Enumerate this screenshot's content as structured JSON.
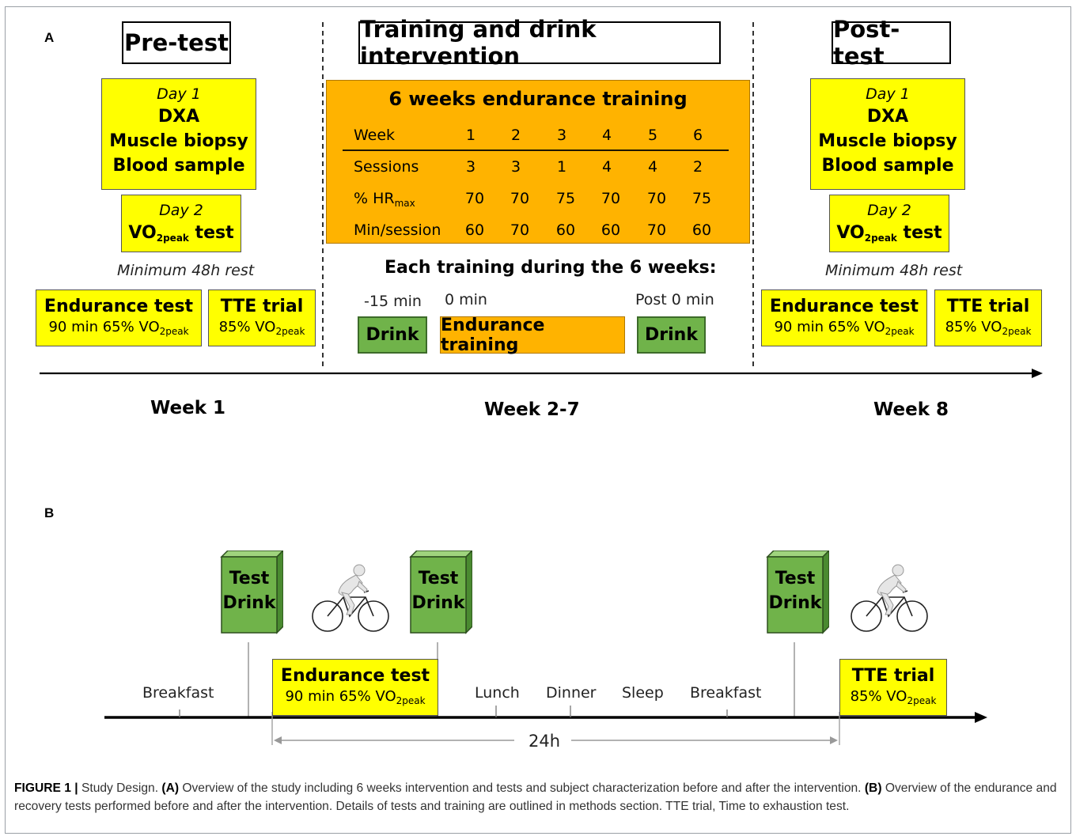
{
  "panel_a": {
    "letter": "A",
    "headers": [
      "Pre-test",
      "Training and drink intervention",
      "Post-test"
    ],
    "day1": {
      "day": "Day 1",
      "lines": [
        "DXA",
        "Muscle biopsy",
        "Blood sample"
      ]
    },
    "day2": {
      "day": "Day 2",
      "vo2": "VO",
      "vo2_sub": "2peak",
      "test": " test"
    },
    "rest": "Minimum 48h rest",
    "endurance": {
      "title": "Endurance test",
      "line": "90 min 65% VO",
      "sub": "2peak"
    },
    "tte": {
      "title": "TTE trial",
      "line": "85% VO",
      "sub": "2peak"
    },
    "training_table": {
      "title": "6 weeks endurance training",
      "columns": [
        "Week",
        "1",
        "2",
        "3",
        "4",
        "5",
        "6"
      ],
      "rows": [
        {
          "label": "Sessions",
          "values": [
            "3",
            "3",
            "1",
            "4",
            "4",
            "2"
          ]
        },
        {
          "label": "% HR",
          "sub": "max",
          "values": [
            "70",
            "70",
            "75",
            "70",
            "70",
            "75"
          ]
        },
        {
          "label": "Min/session",
          "values": [
            "60",
            "70",
            "60",
            "60",
            "70",
            "60"
          ]
        }
      ]
    },
    "each_training": "Each training during the 6 weeks:",
    "timings": [
      "-15 min",
      "0 min",
      "Post 0 min"
    ],
    "drink": "Drink",
    "endurance_training": "Endurance training",
    "weeks": [
      "Week 1",
      "Week 2-7",
      "Week 8"
    ]
  },
  "panel_b": {
    "letter": "B",
    "test_drink": [
      "Test",
      "Drink"
    ],
    "events": [
      "Breakfast",
      "Lunch",
      "Dinner",
      "Sleep",
      "Breakfast"
    ],
    "endurance": {
      "title": "Endurance test",
      "line": "90 min 65% VO",
      "sub": "2peak"
    },
    "tte": {
      "title": "TTE trial",
      "line": "85% VO",
      "sub": "2peak"
    },
    "duration": "24h"
  },
  "caption": {
    "figure": "FIGURE 1 |",
    "title": " Study Design. ",
    "a_label": "(A)",
    "a_text": " Overview of the study including 6 weeks intervention and tests and subject characterization before and after the intervention. ",
    "b_label": "(B)",
    "b_text": " Overview of the endurance and recovery tests performed before and after the intervention. Details of tests and training are outlined in methods section. TTE trial, Time to exhaustion test."
  },
  "colors": {
    "yellow": "#ffff00",
    "orange": "#ffb300",
    "green": "#70b34a",
    "frame": "#9aa0a6"
  },
  "icons": [
    "cyclist-icon",
    "drink-carton-icon"
  ]
}
